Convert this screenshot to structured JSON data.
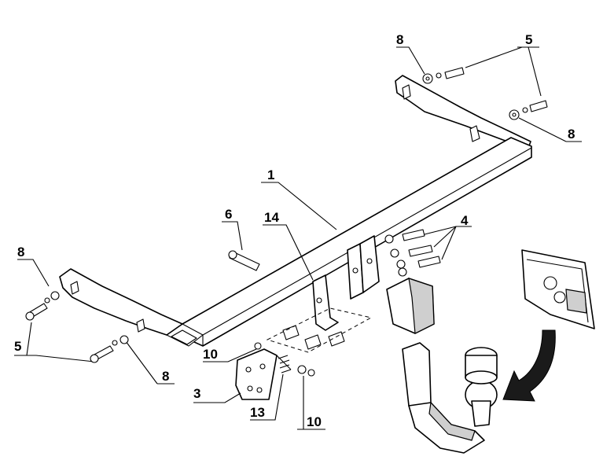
{
  "diagram": {
    "callouts": {
      "c1": "1",
      "c3": "3",
      "c4": "4",
      "c5_top": "5",
      "c5_left": "5",
      "c6": "6",
      "c8_top": "8",
      "c8_right": "8",
      "c8_left": "8",
      "c8_bottom": "8",
      "c10_left": "10",
      "c10_bottom": "10",
      "c13": "13",
      "c14": "14"
    },
    "colors": {
      "line": "#000000",
      "fill": "#ffffff",
      "shade": "#cfcfcf",
      "arrow": "#1a1a1a"
    }
  }
}
